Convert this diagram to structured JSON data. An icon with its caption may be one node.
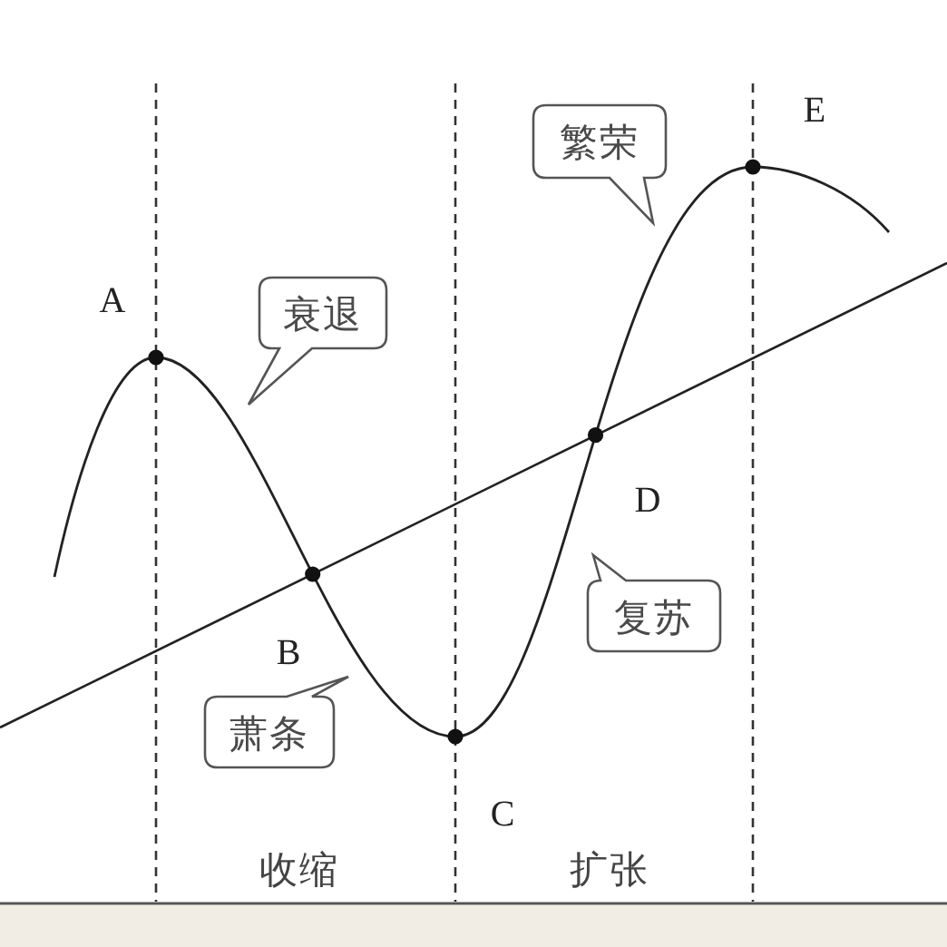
{
  "diagram": {
    "nodes": [
      {
        "text": [
          "衰退"
        ]
      },
      {
        "text": [
          "萧条"
        ]
      },
      {
        "text": [
          "复苏"
        ]
      },
      {
        "text": [
          "繁荣"
        ]
      }
    ],
    "labels": [
      "A",
      "B",
      "C",
      "D",
      "E",
      "收缩",
      "扩张"
    ]
  }
}
